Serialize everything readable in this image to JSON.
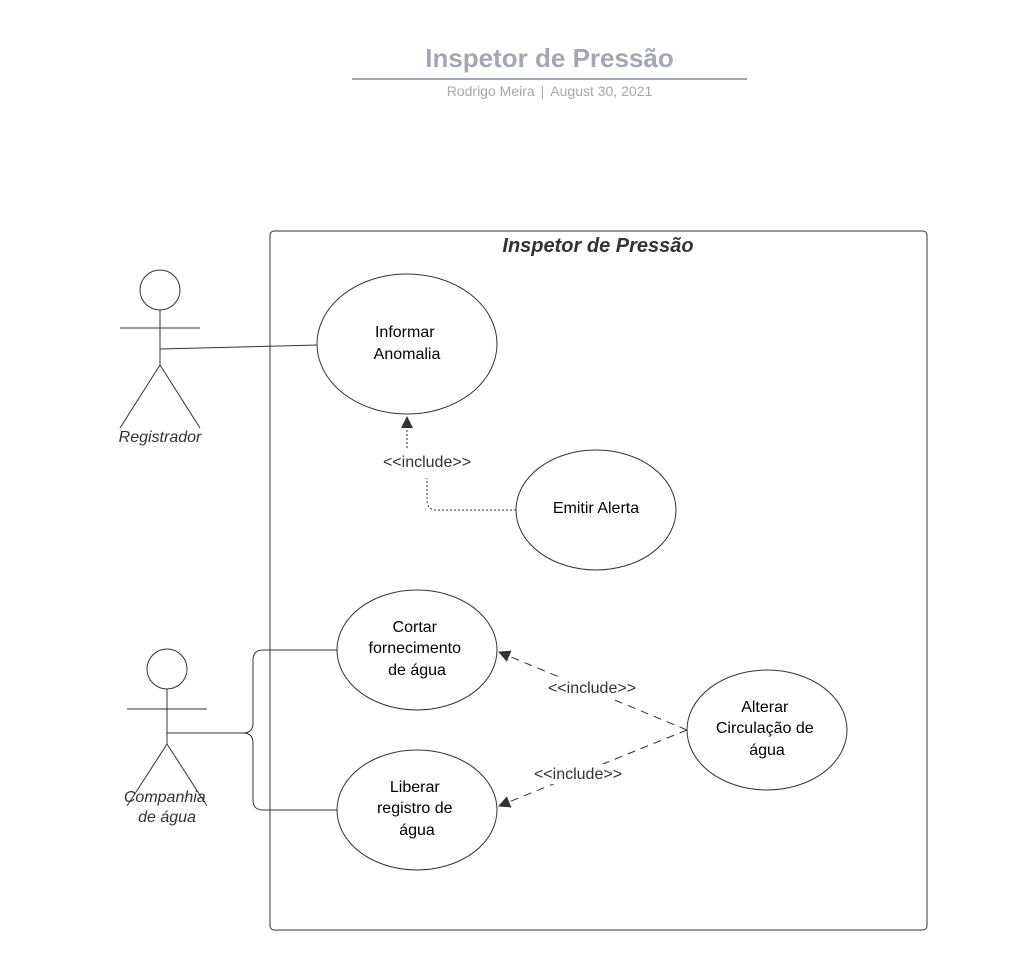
{
  "header": {
    "title": "Inspetor de Pressão",
    "author": "Rodrigo Meira",
    "separator": "|",
    "date": "August 30, 2021"
  },
  "system": {
    "name": "Inspetor de Pressão"
  },
  "actors": {
    "registrador": "Registrador",
    "companhia_line1": "Companhia",
    "companhia_line2": "de água"
  },
  "use_cases": {
    "informar_anomalia": [
      "Informar",
      "Anomalia"
    ],
    "emitir_alerta": [
      "Emitir Alerta"
    ],
    "cortar_fornecimento": [
      "Cortar",
      "fornecimento",
      "de água"
    ],
    "liberar_registro": [
      "Liberar",
      "registro de",
      "água"
    ],
    "alterar_circulacao": [
      "Alterar",
      "Circulação de",
      "água"
    ]
  },
  "relations": {
    "include_alerta": "<<include>>",
    "include_cortar": "<<include>>",
    "include_liberar": "<<include>>"
  },
  "colors": {
    "header": "#a3a8b3",
    "stroke": "#333333",
    "text": "#000000"
  }
}
